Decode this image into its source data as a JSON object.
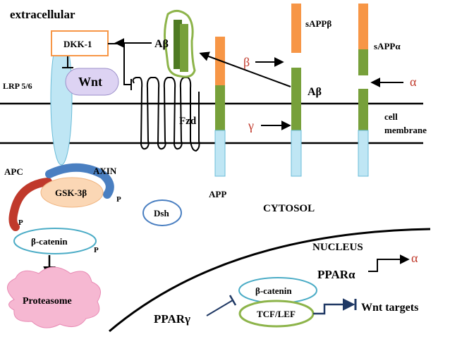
{
  "labels": {
    "extracellular": "extracellular",
    "dkk1": "DKK-1",
    "abeta_top": "Aβ",
    "wnt": "Wnt",
    "lrp": "LRP 5/6",
    "fzd": "Fzd",
    "sappb": "sAPPβ",
    "sappa": "sAPPα",
    "beta": "β",
    "gamma": "γ",
    "alpha_right": "α",
    "abeta_mid": "Aβ",
    "cell_membrane_1": "cell",
    "cell_membrane_2": "membrane",
    "apc": "APC",
    "axin": "AXIN",
    "gsk": "GSK-3β",
    "p1": "P",
    "p2": "P",
    "p3": "P",
    "bcat_cyto": "β-catenin",
    "dsh": "Dsh",
    "app": "APP",
    "cytosol": "CYTOSOL",
    "proteasome": "Proteasome",
    "nucleus": "NUCLEUS",
    "ppara": "PPARα",
    "alpha_nuc": "α",
    "bcat_nuc": "β-catenin",
    "tcf": "TCF/LEF",
    "wnt_targets": "Wnt targets",
    "pparg": "PPARγ"
  },
  "colors": {
    "orange": "#f79646",
    "green": "#77a03a",
    "light_blue": "#bfe6f4",
    "lavender": "#ddd3f3",
    "teal_outline": "#4bacc6",
    "olive_outline": "#8db44a",
    "red": "#c0392b",
    "blue_arc": "#4a7fc1",
    "pink": "#f6b8d2",
    "navy": "#1f3864"
  }
}
